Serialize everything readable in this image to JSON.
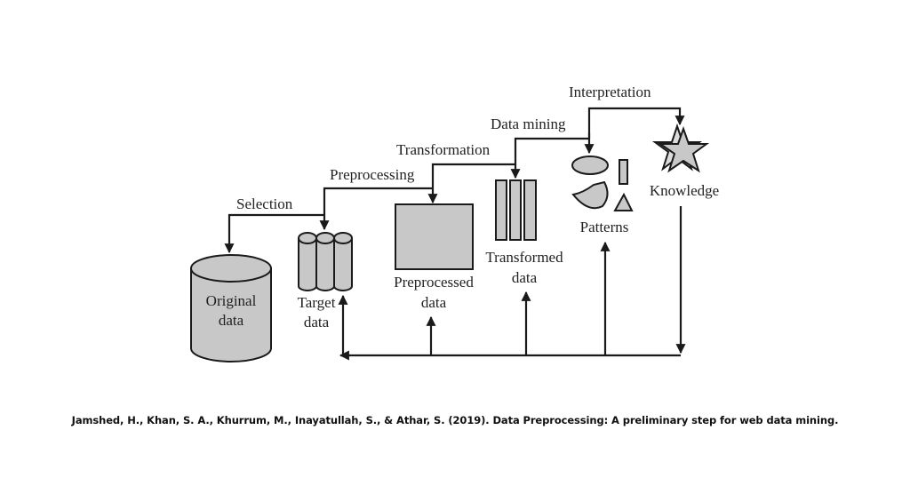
{
  "diagram": {
    "steps": {
      "selection": "Selection",
      "preprocessing": "Preprocessing",
      "transformation": "Transformation",
      "data_mining": "Data mining",
      "interpretation": "Interpretation"
    },
    "stages": {
      "original_data": [
        "Original",
        "data"
      ],
      "target_data": [
        "Target",
        "data"
      ],
      "preprocessed_data": [
        "Preprocessed",
        "data"
      ],
      "transformed_data": [
        "Transformed",
        "data"
      ],
      "patterns": "Patterns",
      "knowledge": "Knowledge"
    },
    "colors": {
      "fill": "#c8c8c8",
      "stroke": "#1a1a1a"
    }
  },
  "citation": "Jamshed, H., Khan, S. A., Khurrum, M., Inayatullah, S., & Athar, S. (2019). Data Preprocessing: A preliminary step for web data mining."
}
